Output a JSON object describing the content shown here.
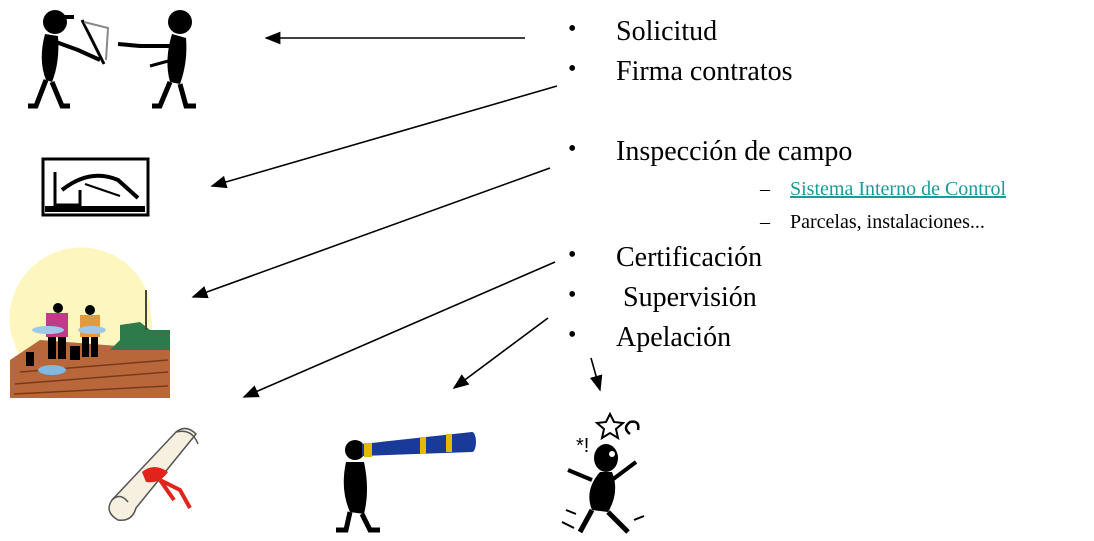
{
  "bullets": [
    "Solicitud",
    "Firma contratos",
    "Inspección de campo",
    "Certificación",
    " Supervisión",
    "Apelación"
  ],
  "sub_items": [
    "Sistema Interno de Control",
    "Parcelas, instalaciones..."
  ],
  "bullet_glyph": "•",
  "dash_glyph": "–",
  "link_color": "#1a9a9a",
  "icons": [
    "handshake-people-icon",
    "signing-hand-icon",
    "market-vendors-icon",
    "certificate-scroll-icon",
    "telescope-person-icon",
    "dizzy-person-icon"
  ]
}
